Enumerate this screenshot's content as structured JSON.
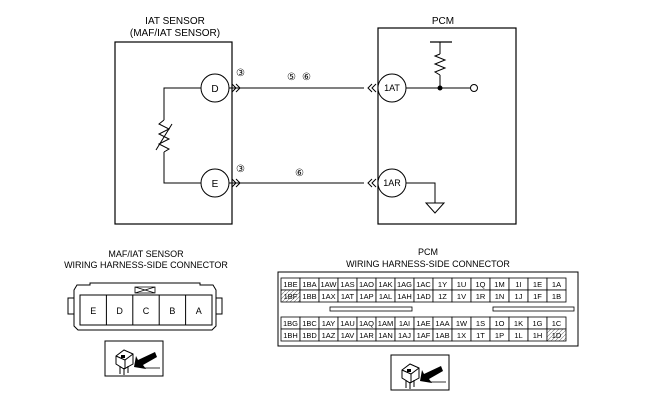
{
  "sensor": {
    "title": "IAT SENSOR",
    "subtitle": "(MAF/IAT SENSOR)",
    "terminals": {
      "d": "D",
      "e": "E"
    }
  },
  "pcm": {
    "title": "PCM",
    "terminals": {
      "at": "1AT",
      "ar": "1AR"
    }
  },
  "wire_markers": {
    "d_sensor_side": "③",
    "d_mid_a": "⑤",
    "d_mid_b": "⑥",
    "e_sensor_side": "③",
    "e_mid": "⑥"
  },
  "sensor_connector": {
    "title": "MAF/IAT SENSOR",
    "subtitle": "WIRING HARNESS-SIDE CONNECTOR",
    "pins": [
      "E",
      "D",
      "C",
      "B",
      "A"
    ]
  },
  "pcm_connector": {
    "title": "PCM",
    "subtitle": "WIRING HARNESS-SIDE CONNECTOR",
    "top_block": [
      [
        "1BE",
        "1BA",
        "1AW",
        "1AS",
        "1AO",
        "1AK",
        "1AG",
        "1AC",
        "1Y",
        "1U",
        "1Q",
        "1M",
        "1I",
        "1E",
        "1A"
      ],
      [
        "1BF",
        "1BB",
        "1AX",
        "1AT",
        "1AP",
        "1AL",
        "1AH",
        "1AD",
        "1Z",
        "1V",
        "1R",
        "1N",
        "1J",
        "1F",
        "1B"
      ]
    ],
    "bottom_block": [
      [
        "1BG",
        "1BC",
        "1AY",
        "1AU",
        "1AQ",
        "1AM",
        "1AI",
        "1AE",
        "1AA",
        "1W",
        "1S",
        "1O",
        "1K",
        "1G",
        "1C"
      ],
      [
        "1BH",
        "1BD",
        "1AZ",
        "1AV",
        "1AR",
        "1AN",
        "1AJ",
        "1AF",
        "1AB",
        "1X",
        "1T",
        "1P",
        "1L",
        "1H",
        "1D"
      ]
    ]
  }
}
